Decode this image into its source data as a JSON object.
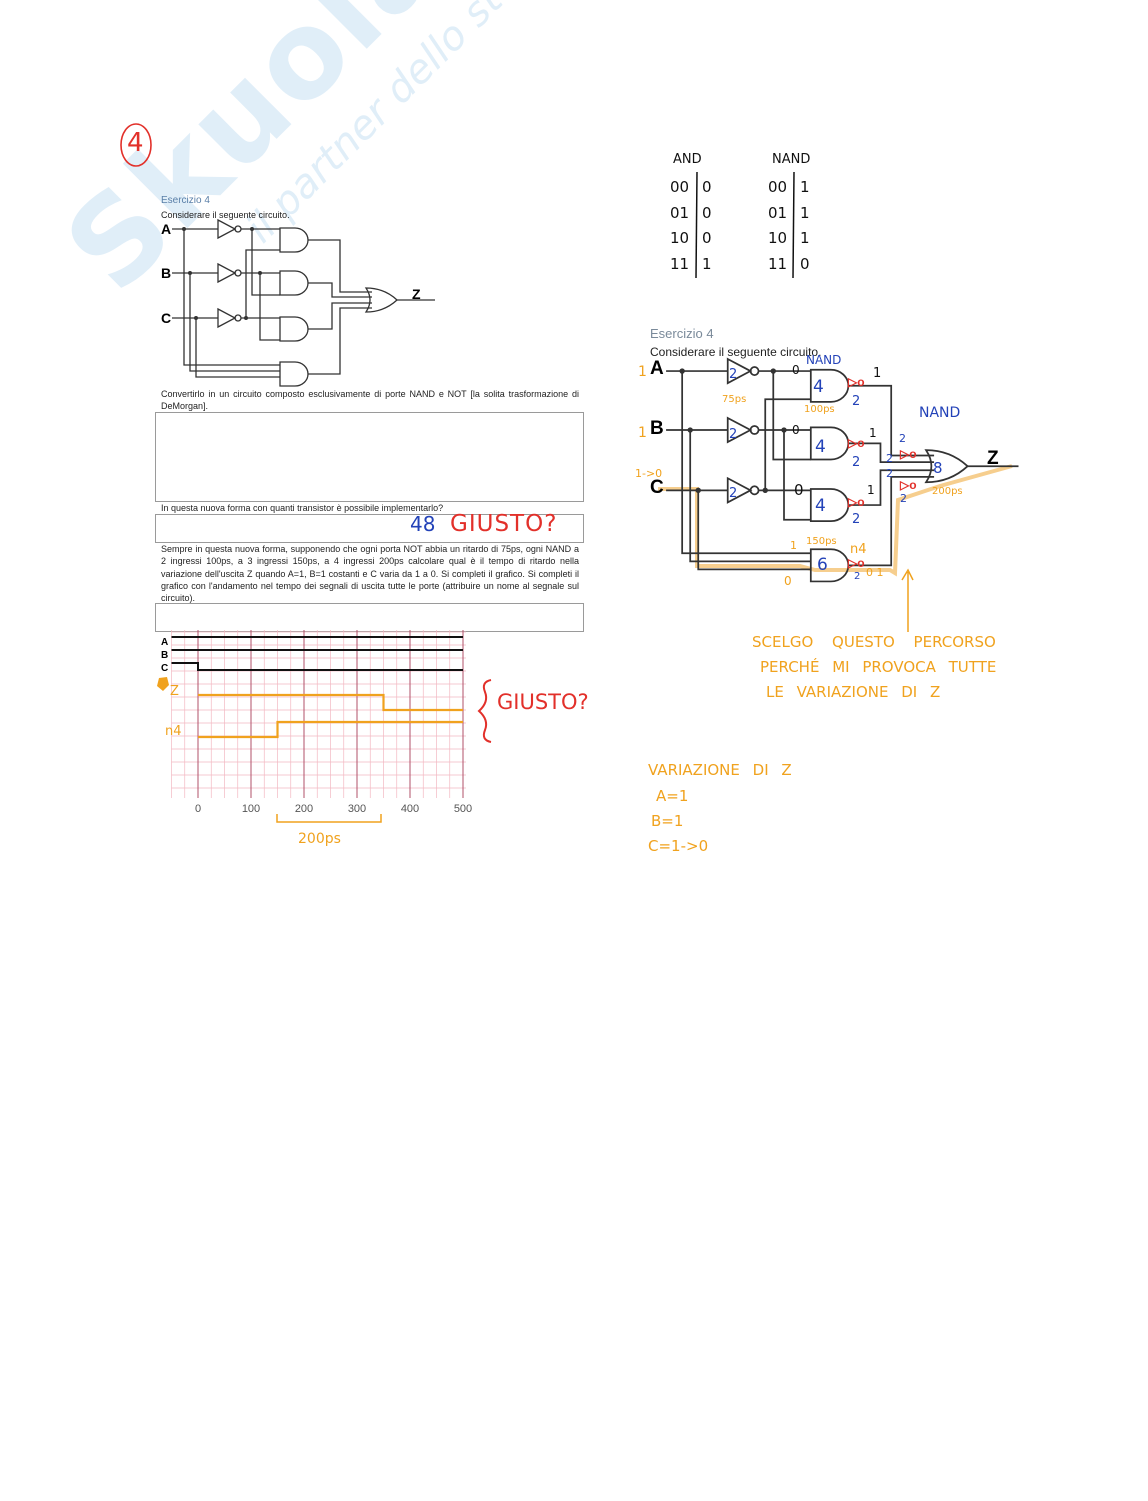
{
  "watermark": {
    "brand": "Skuola.net",
    "tagline": "il partner dello studente"
  },
  "page_number_note": "4",
  "left": {
    "exercise_title": "Esercizio 4",
    "intro": "Considerare il seguente circuito.",
    "circuit_labels": {
      "a": "A",
      "b": "B",
      "c": "C",
      "z": "Z"
    },
    "q1": "Convertirlo in un circuito composto esclusivamente di porte NAND e NOT [la solita trasformazione di DeMorgan].",
    "q2": "In questa nuova forma con quanti transistor è possibile implementarlo?",
    "q2_answer": "48",
    "q2_check": "GIUSTO?",
    "q3": "Sempre in questa nuova forma, supponendo che ogni porta NOT abbia un ritardo di 75ps, ogni NAND a 2 ingressi 100ps, a 3 ingressi 150ps, a 4 ingressi 200ps calcolare qual è il tempo di ritardo nella variazione dell'uscita Z quando A=1, B=1 costanti e C varia da 1 a 0. Si completi il grafico. Si completi il grafico con l'andamento nel tempo dei segnali di uscita tutte le porte (attribuire un nome al segnale sul circuito).",
    "chart_check": "GIUSTO?",
    "delay_note": "200ps"
  },
  "timing_chart": {
    "x_ticks": [
      "0",
      "100",
      "200",
      "300",
      "400",
      "500"
    ],
    "xlim": [
      -50,
      500
    ],
    "signals": [
      {
        "name": "A",
        "color": "#111111",
        "steps": [
          [
            -50,
            1
          ]
        ]
      },
      {
        "name": "B",
        "color": "#111111",
        "steps": [
          [
            -50,
            1
          ]
        ]
      },
      {
        "name": "C",
        "color": "#111111",
        "steps": [
          [
            -50,
            1
          ],
          [
            0,
            0
          ]
        ]
      },
      {
        "name": "Z",
        "color": "#f0a21e",
        "steps": [
          [
            0,
            1
          ],
          [
            350,
            0
          ]
        ]
      },
      {
        "name": "n4",
        "color": "#f0a21e",
        "steps": [
          [
            0,
            0
          ],
          [
            150,
            1
          ]
        ]
      }
    ]
  },
  "truth_tables": {
    "and": {
      "title": "AND",
      "rows": [
        [
          "00",
          "0"
        ],
        [
          "01",
          "0"
        ],
        [
          "10",
          "0"
        ],
        [
          "11",
          "1"
        ]
      ]
    },
    "nand": {
      "title": "NAND",
      "rows": [
        [
          "00",
          "1"
        ],
        [
          "01",
          "1"
        ],
        [
          "10",
          "1"
        ],
        [
          "11",
          "0"
        ]
      ]
    }
  },
  "right": {
    "exercise_title": "Esercizio 4",
    "intro": "Considerare il seguente circuito.",
    "circuit_labels": {
      "a": "A",
      "b": "B",
      "c": "C",
      "z": "Z"
    },
    "input_values": {
      "a": "1",
      "b": "1",
      "c": "1->0"
    },
    "not_delay": "75ps",
    "nand2_delay": "100ps",
    "nand3_delay": "150ps",
    "nand4_delay": "200ps",
    "nand_label_top": "NAND",
    "nand_label_out": "NAND",
    "n4_label": "n4",
    "transistor_not": "2",
    "transistor_nand2": "4",
    "transistor_nand3": "6",
    "transistor_nand4": "8",
    "transistor_inv": "2",
    "not_out": "0",
    "nand_out": "1",
    "n4_values": [
      "1",
      "0",
      "0 1"
    ],
    "path_note": [
      "SCELGO QUESTO PERCORSO",
      "PERCHÉ MI PROVOCA TUTTE",
      "LE VARIAZIONE DI Z"
    ],
    "variation": {
      "title": "VARIAZIONE DI Z",
      "a": "A=1",
      "b": "B=1",
      "c": "C=1->0"
    }
  }
}
